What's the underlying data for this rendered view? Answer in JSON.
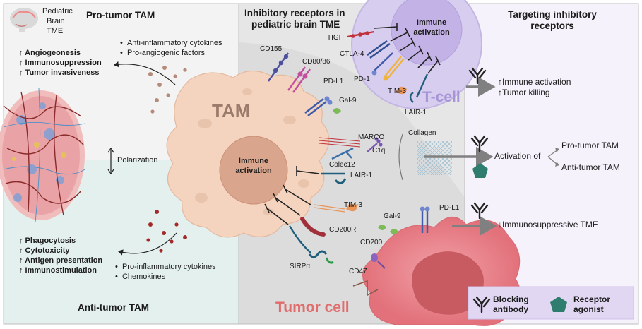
{
  "left": {
    "tme_label": [
      "Pediatric",
      "Brain",
      "TME"
    ],
    "pro_title": "Pro-tumor TAM",
    "pro_effects": [
      "↑ Angiogeonesis",
      "↑ Immunosuppression",
      "↑ Tumor invasiveness"
    ],
    "pro_factors": [
      "Anti-inflammatory cytokines",
      "Pro-angiogenic factors"
    ],
    "polarization": "Polarization",
    "anti_effects": [
      "↑ Phagocytosis",
      "↑ Cytotoxicity",
      "↑ Antigen presentation",
      "↑ Immunostimulation"
    ],
    "anti_factors": [
      "Pro-inflammatory cytokines",
      "Chemokines"
    ],
    "anti_title": "Anti-tumor TAM"
  },
  "middle": {
    "title_line1": "Inhibitory receptors in",
    "title_line2": "pediatric brain TME",
    "tam": "TAM",
    "tam_nucleus": [
      "Immune",
      "activation"
    ],
    "tcell": "T-cell",
    "tcell_nucleus": [
      "Immune",
      "activation"
    ],
    "tumor": "Tumor cell",
    "collagen": "Collagen",
    "receptors": {
      "cd155": "CD155",
      "cd80": "CD80/86",
      "tigit": "TIGIT",
      "ctla4": "CTLA-4",
      "pd1": "PD-1",
      "pdl1_tam": "PD-L1",
      "tim3_t": "TIM-3",
      "gal9_tam": "Gal-9",
      "lair1_t": "LAIR-1",
      "marco": "MARCO",
      "c1q": "C1q",
      "colec12": "Colec12",
      "lair1_tam": "LAIR-1",
      "tim3_tam": "TIM-3",
      "gal9_tum": "Gal-9",
      "pdl1_tum": "PD-L1",
      "cd200r": "CD200R",
      "cd200": "CD200",
      "sirpa": "SIRPα",
      "cd47": "CD47"
    }
  },
  "right": {
    "title_line1": "Targeting inhibitory",
    "title_line2": "receptors",
    "outcome1": [
      "↑Immune activation",
      "↑Tumor killing"
    ],
    "activation_of": "Activation of",
    "pro_tam": "Pro-tumor TAM",
    "anti_tam": "Anti-tumor TAM",
    "outcome3": "↓Immunosuppressive TME",
    "legend_blocking": [
      "Blocking",
      "antibody"
    ],
    "legend_agonist": [
      "Receptor",
      "agonist"
    ]
  },
  "colors": {
    "pro_bg": "#f4f3f3",
    "anti_bg": "#e3f0ee",
    "mid_bg": "#dcdcdc",
    "right_bg": "#f6f2fb",
    "tam": "#f4d4bf",
    "tam_nucleus": "#d9a68d",
    "tcell": "#d7cdee",
    "tumor": "#ef8f95",
    "agonist": "#2e7d6f",
    "tcell_text": "#a794d6",
    "tumor_text": "#e06c6c"
  }
}
